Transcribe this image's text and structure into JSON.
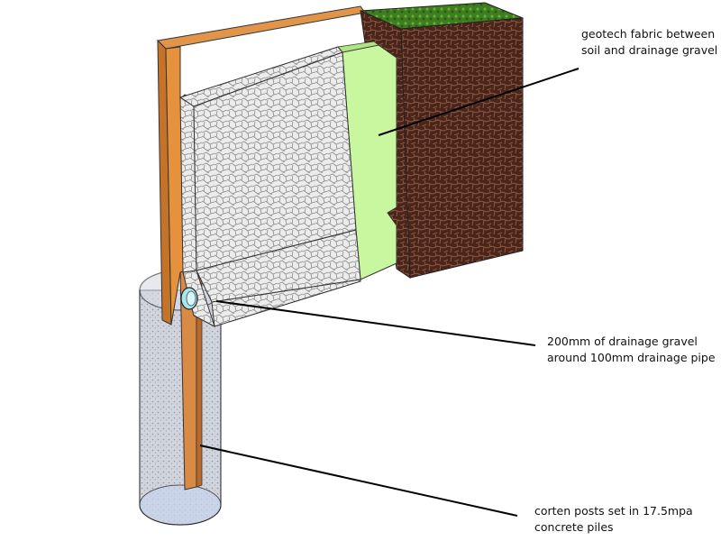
{
  "labels": {
    "fabric": {
      "line1": "geotech fabric between",
      "line2": "soil and drainage gravel"
    },
    "gravel": {
      "line1": "200mm of drainage gravel",
      "line2": "around 100mm drainage pipe"
    },
    "posts": {
      "line1": "corten posts set in 17.5mpa",
      "line2": "concrete piles"
    }
  },
  "colors": {
    "corten": "#d9822b",
    "fabric": "#c6f59a",
    "soil": "#4a2418",
    "grass": "#3f7a22",
    "gravel": "#e8e8e8",
    "pipe": "#9fe3ea",
    "concrete": "#b8bfd0"
  }
}
